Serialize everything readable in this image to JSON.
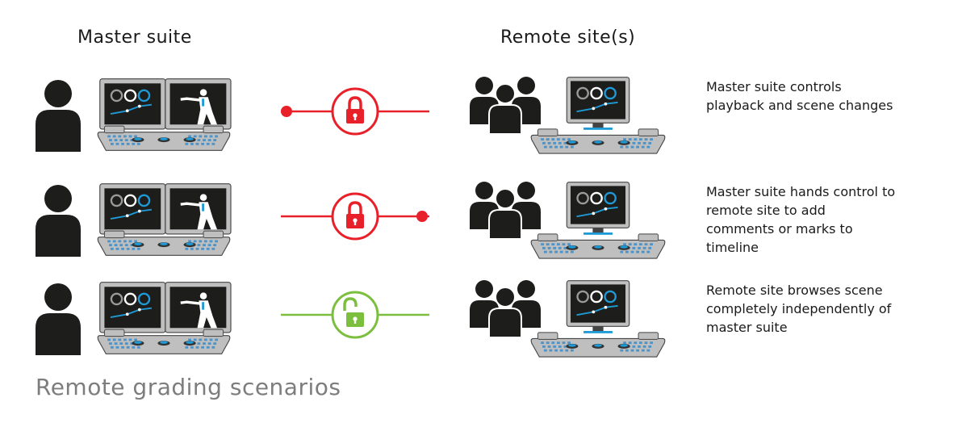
{
  "headings": {
    "master": "Master suite",
    "remote": "Remote site(s)"
  },
  "footer_title": "Remote grading scenarios",
  "colors": {
    "red": "#e8202a",
    "green": "#7cbf3f",
    "blue": "#1e9ad6",
    "dark": "#1d1d1b",
    "console_gray": "#bfbfbf"
  },
  "scenarios": [
    {
      "description": "Master suite controls\nplayback and scene changes",
      "lock_state": "locked",
      "lock_color": "red",
      "control_dot": "left"
    },
    {
      "description": "Master suite hands control to\nremote site to add\ncomments or marks to\ntimeline",
      "lock_state": "locked",
      "lock_color": "red",
      "control_dot": "right"
    },
    {
      "description": "Remote site browses scene\ncompletely independently of\nmaster suite",
      "lock_state": "unlocked",
      "lock_color": "green",
      "control_dot": "none"
    }
  ]
}
